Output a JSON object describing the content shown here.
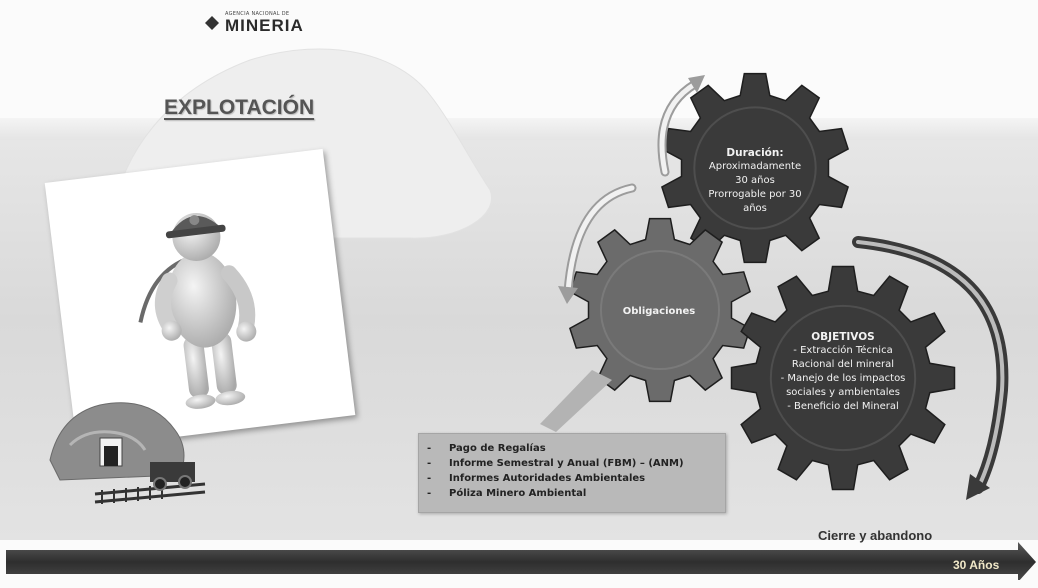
{
  "logo": {
    "small": "AGENCIA NACIONAL DE",
    "big": "MINERIA"
  },
  "title": "EXPLOTACIÓN",
  "gears": {
    "duration": {
      "heading": "Duración:",
      "line1": "Aproximadamente",
      "line2": "30 años",
      "line3": "Prorrogable por 30",
      "line4": "años"
    },
    "obligations": {
      "label": "Obligaciones"
    },
    "objectives": {
      "heading": "OBJETIVOS",
      "item1_a": "- Extracción Técnica",
      "item1_b": "Racional del mineral",
      "item2_a": "- Manejo de los impactos",
      "item2_b": "sociales y ambientales",
      "item3": "- Beneficio del Mineral"
    }
  },
  "obligations_list": {
    "items": [
      "Pago de Regalías",
      "Informe Semestral y Anual (FBM) – (ANM)",
      "Informes Autoridades Ambientales",
      "Póliza Minero Ambiental"
    ]
  },
  "timeline": {
    "end_label": "Cierre y abandono",
    "duration_label": "30 Años"
  },
  "colors": {
    "gear_fill": "#3a3a3a",
    "gear_light": "#6b6b6b",
    "band": "#dcdcdc",
    "arrow": "#3c3c3c"
  }
}
